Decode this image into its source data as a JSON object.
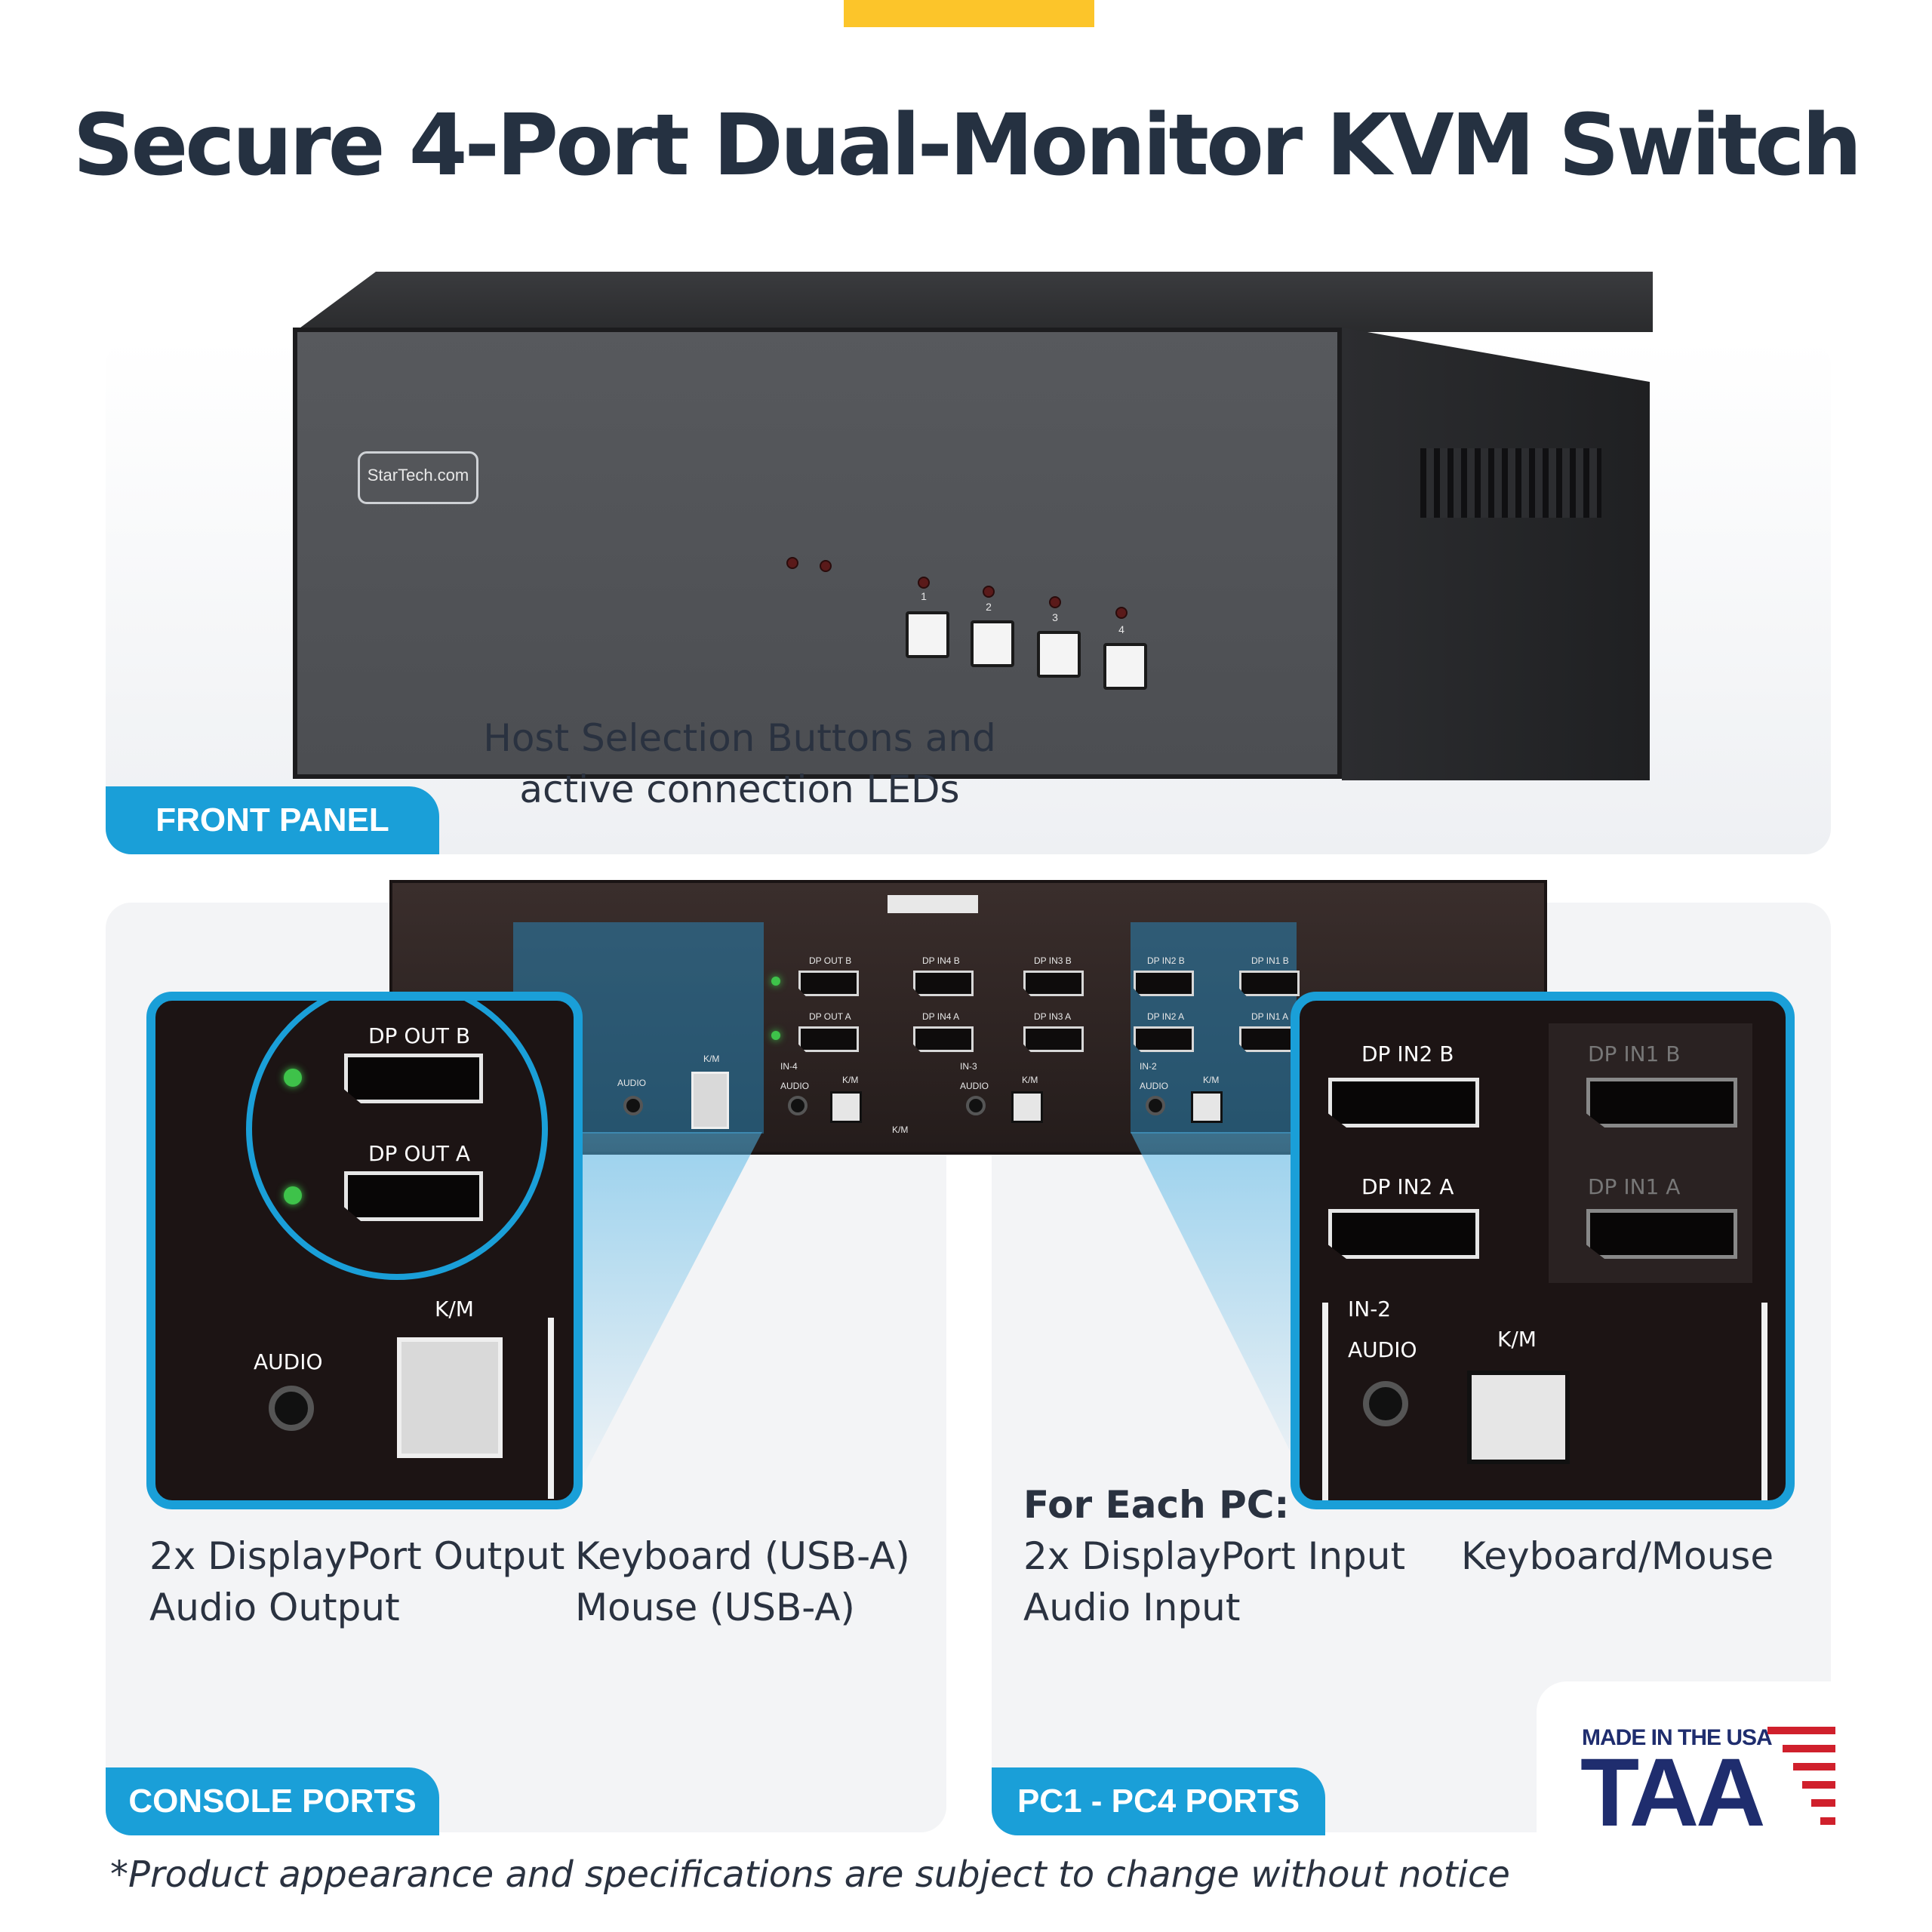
{
  "title": "Secure 4-Port Dual-Monitor KVM Switch",
  "colors": {
    "accent": "#fcc52a",
    "tab_blue": "#1a9fd8",
    "navy": "#253141",
    "taa_red": "#d0202c",
    "taa_blue": "#1f2d6e"
  },
  "front_panel": {
    "tab": "FRONT PANEL",
    "caption_lines": [
      "Host Selection Buttons and",
      "active connection LEDs"
    ],
    "logo": "StarTech.com",
    "button_numbers": [
      "1",
      "2",
      "3",
      "4"
    ]
  },
  "rear": {
    "labels": {
      "audio": "AUDIO",
      "km": "K/M",
      "dp_out_b": "DP OUT B",
      "dp_out_a": "DP OUT A",
      "dp_in4_b": "DP IN4 B",
      "dp_in4_a": "DP IN4 A",
      "dp_in3_b": "DP IN3 B",
      "dp_in3_a": "DP IN3 A",
      "dp_in2_b": "DP IN2 B",
      "dp_in2_a": "DP IN2 A",
      "dp_in1_b": "DP IN1 B",
      "dp_in1_a": "DP IN1 A",
      "in4": "IN-4",
      "in3": "IN-3",
      "in2": "IN-2"
    }
  },
  "console": {
    "tab": "CONSOLE PORTS",
    "zoom": {
      "dp_out_b": "DP OUT B",
      "dp_out_a": "DP OUT A",
      "km": "K/M",
      "audio": "AUDIO"
    },
    "col1": [
      "2x DisplayPort Output",
      "Audio Output"
    ],
    "col2": [
      "Keyboard (USB-A)",
      "Mouse (USB-A)"
    ]
  },
  "pc_ports": {
    "tab": "PC1 - PC4 PORTS",
    "zoom": {
      "dp_in2_b": "DP IN2 B",
      "dp_in1_b": "DP IN1 B",
      "dp_in2_a": "DP IN2 A",
      "dp_in1_a": "DP IN1 A",
      "in2": "IN-2",
      "audio": "AUDIO",
      "km": "K/M"
    },
    "heading": "For Each PC:",
    "col1": [
      "2x DisplayPort Input",
      "Audio Input"
    ],
    "col2": [
      "Keyboard/Mouse"
    ]
  },
  "badge": {
    "line1": "MADE IN THE USA",
    "line2": "TAA"
  },
  "footnote": "*Product appearance and specifications are subject to change without notice"
}
